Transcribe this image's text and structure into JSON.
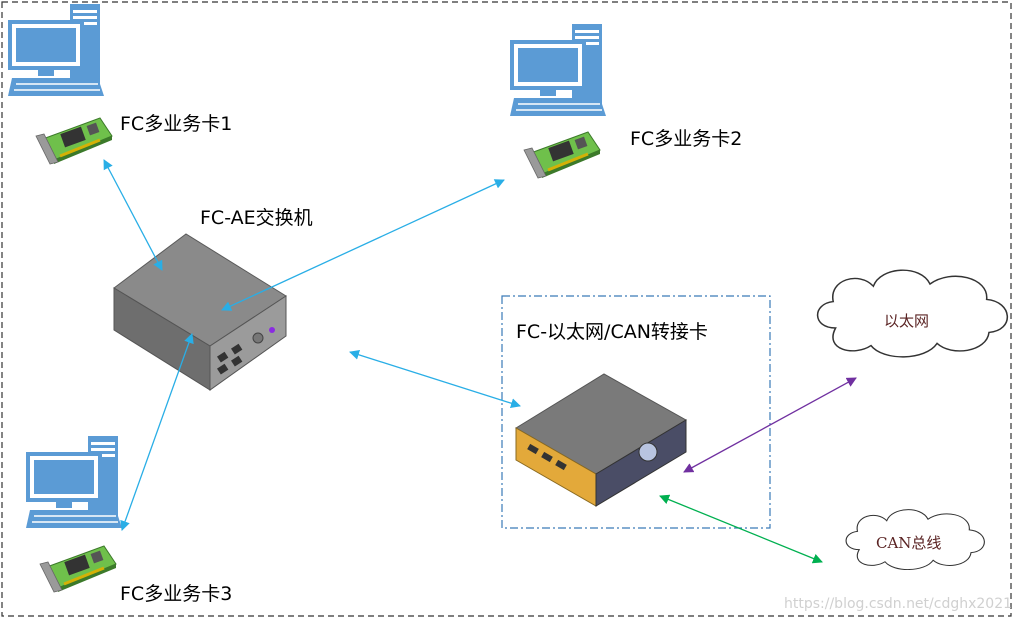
{
  "labels": {
    "card1": "FC多业务卡1",
    "card2": "FC多业务卡2",
    "card3": "FC多业务卡3",
    "switch": "FC-AE交换机",
    "adapter": "FC-以太网/CAN转接卡",
    "ethernet": "以太网",
    "can_bus": "CAN总线"
  },
  "watermark": "https://blog.csdn.net/cdghx2021",
  "colors": {
    "link_fc": "#29aee6",
    "link_ethernet": "#7030a0",
    "link_can": "#00b050",
    "frame_border": "#333333",
    "adapter_border": "#3a7ab8",
    "monitor": "#5b9bd5",
    "pcb": "#6fc04b"
  },
  "icons": {
    "computer": "computer-icon",
    "card": "network-card-icon",
    "switch": "switch-box-icon",
    "adapter": "adapter-box-icon",
    "cloud": "cloud-icon"
  }
}
